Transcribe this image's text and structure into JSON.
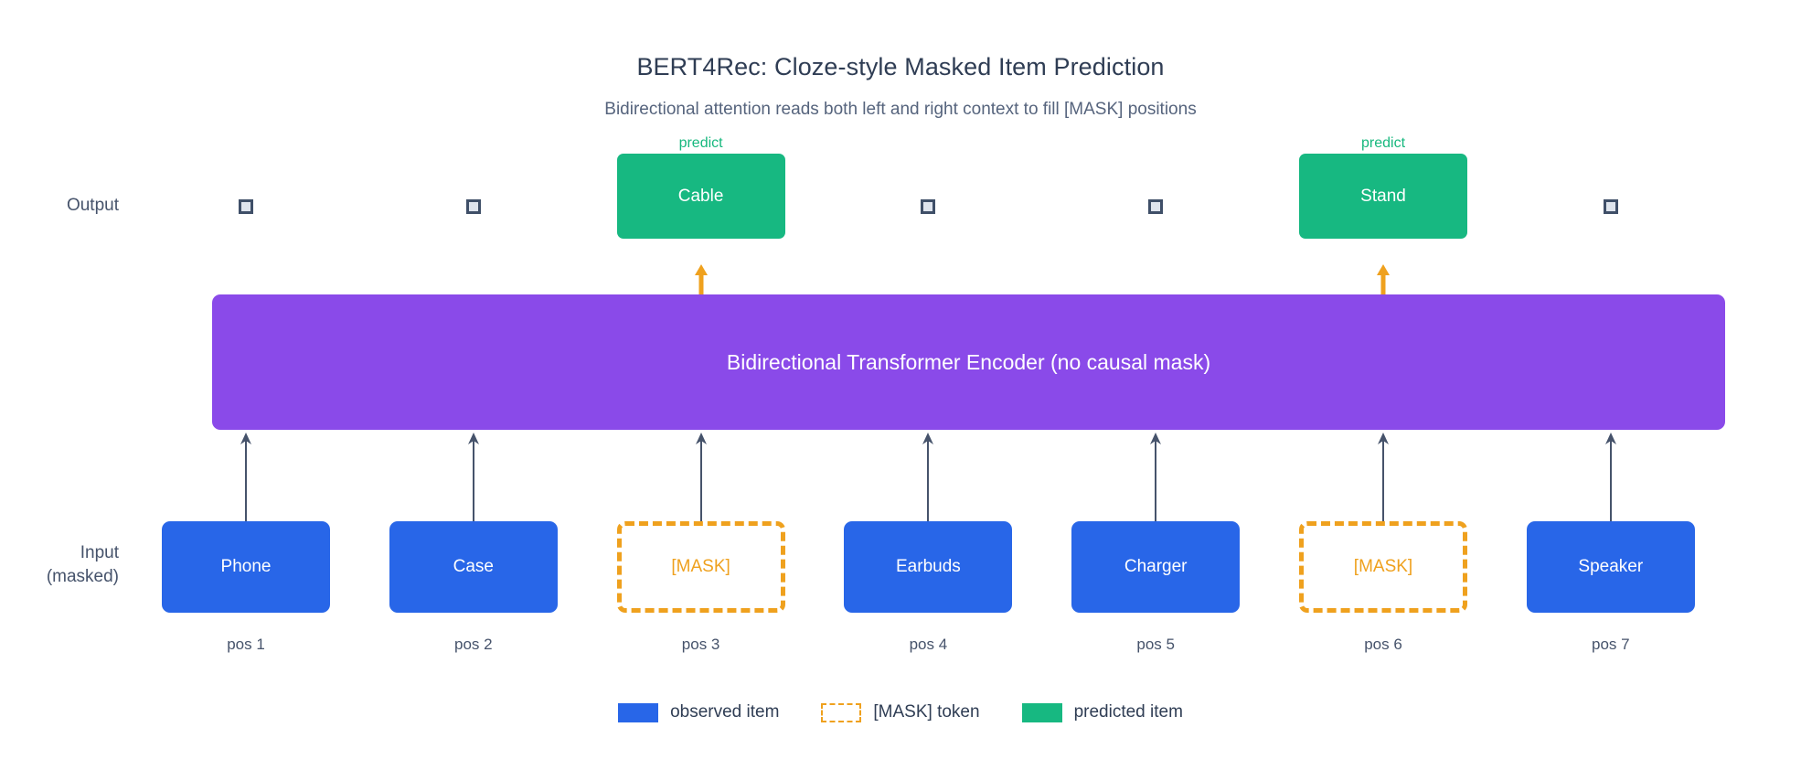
{
  "header": {
    "title": "BERT4Rec: Cloze-style Masked Item Prediction",
    "subtitle": "Bidirectional attention reads both left and right context to fill [MASK] positions"
  },
  "rows": {
    "output_label": "Output",
    "input_label_line1": "Input",
    "input_label_line2": "(masked)"
  },
  "encoder": {
    "label": "Bidirectional Transformer Encoder (no causal mask)",
    "color": "#8a4ae9"
  },
  "predict_label": "predict",
  "positions": [
    {
      "pos": "pos 1",
      "input": "Phone",
      "kind": "observed",
      "output": "",
      "output_kind": "placeholder",
      "predict": false
    },
    {
      "pos": "pos 2",
      "input": "Case",
      "kind": "observed",
      "output": "",
      "output_kind": "placeholder",
      "predict": false
    },
    {
      "pos": "pos 3",
      "input": "[MASK]",
      "kind": "mask",
      "output": "Cable",
      "output_kind": "predicted",
      "predict": true
    },
    {
      "pos": "pos 4",
      "input": "Earbuds",
      "kind": "observed",
      "output": "",
      "output_kind": "placeholder",
      "predict": false
    },
    {
      "pos": "pos 5",
      "input": "Charger",
      "kind": "observed",
      "output": "",
      "output_kind": "placeholder",
      "predict": false
    },
    {
      "pos": "pos 6",
      "input": "[MASK]",
      "kind": "mask",
      "output": "Stand",
      "output_kind": "predicted",
      "predict": true
    },
    {
      "pos": "pos 7",
      "input": "Speaker",
      "kind": "observed",
      "output": "",
      "output_kind": "placeholder",
      "predict": false
    }
  ],
  "legend": [
    {
      "swatch": "blue",
      "label": "observed item"
    },
    {
      "swatch": "dash",
      "label": "[MASK] token"
    },
    {
      "swatch": "green",
      "label": "predicted item"
    }
  ],
  "colors": {
    "observed": "#2866e8",
    "mask": "#efa11e",
    "predicted": "#17b881",
    "encoder": "#8a4ae9",
    "text": "#2f3d54",
    "arrow_gray": "#46536b",
    "arrow_orange": "#efa11e"
  }
}
